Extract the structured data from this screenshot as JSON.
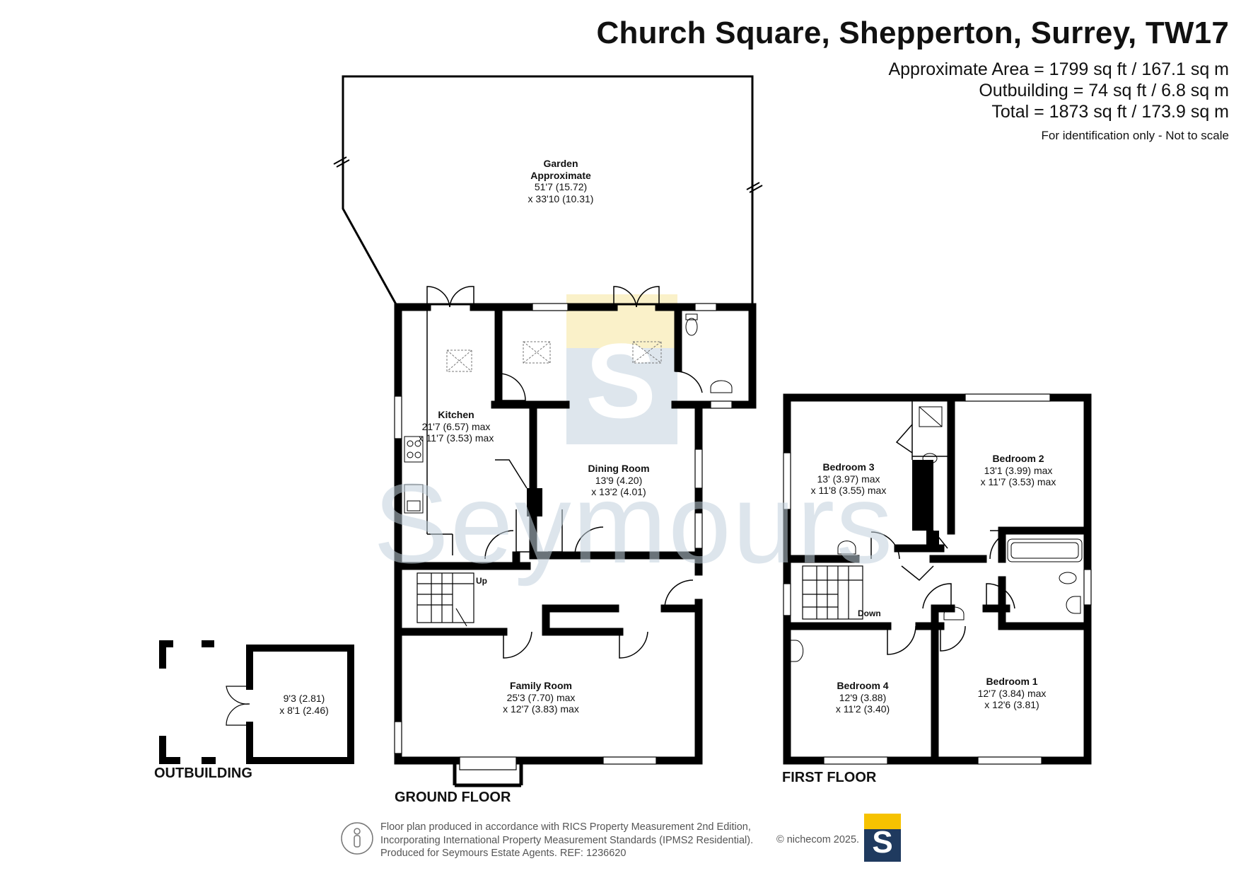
{
  "header": {
    "title": "Church Square, Shepperton, Surrey, TW17",
    "approx_area": "Approximate Area = 1799 sq ft / 167.1 sq m",
    "outbuilding_area": "Outbuilding = 74 sq ft / 6.8 sq m",
    "total_area": "Total = 1873 sq ft / 173.9 sq m",
    "disclaimer": "For identification only - Not to scale"
  },
  "rooms": {
    "garden": {
      "name": "Garden",
      "sub": "Approximate",
      "dim1": "51'7 (15.72)",
      "dim2": "x 33'10 (10.31)"
    },
    "kitchen": {
      "name": "Kitchen",
      "dim1": "21'7 (6.57) max",
      "dim2": "x 11'7 (3.53) max"
    },
    "dining": {
      "name": "Dining Room",
      "dim1": "13'9 (4.20)",
      "dim2": "x 13'2 (4.01)"
    },
    "family": {
      "name": "Family Room",
      "dim1": "25'3 (7.70) max",
      "dim2": "x 12'7 (3.83) max"
    },
    "outbuilding": {
      "dim1": "9'3 (2.81)",
      "dim2": "x 8'1 (2.46)"
    },
    "bedroom3": {
      "name": "Bedroom 3",
      "dim1": "13' (3.97) max",
      "dim2": "x 11'8 (3.55) max"
    },
    "bedroom2": {
      "name": "Bedroom 2",
      "dim1": "13'1 (3.99) max",
      "dim2": "x 11'7 (3.53) max"
    },
    "bedroom4": {
      "name": "Bedroom 4",
      "dim1": "12'9 (3.88)",
      "dim2": "x 11'2 (3.40)"
    },
    "bedroom1": {
      "name": "Bedroom 1",
      "dim1": "12'7 (3.84) max",
      "dim2": "x 12'6 (3.81)"
    }
  },
  "stairs": {
    "up": "Up",
    "down": "Down"
  },
  "floors": {
    "outbuilding": "OUTBUILDING",
    "ground": "GROUND FLOOR",
    "first": "FIRST FLOOR"
  },
  "footer": {
    "line1": "Floor plan produced in accordance with RICS Property Measurement 2nd Edition,",
    "line2": "Incorporating International Property Measurement Standards (IPMS2 Residential).",
    "line3": "Produced for Seymours Estate Agents.    REF: 1236620",
    "copyright": "© nichecom 2025."
  },
  "branding": {
    "watermark": "Seymours",
    "logo_letter": "S",
    "logo_bg": "#1f3a5f",
    "logo_accent": "#f6c200"
  },
  "colors": {
    "wall": "#000000",
    "watermark": "#c2d1dd",
    "watermark_yellow": "#f7e8a6"
  }
}
